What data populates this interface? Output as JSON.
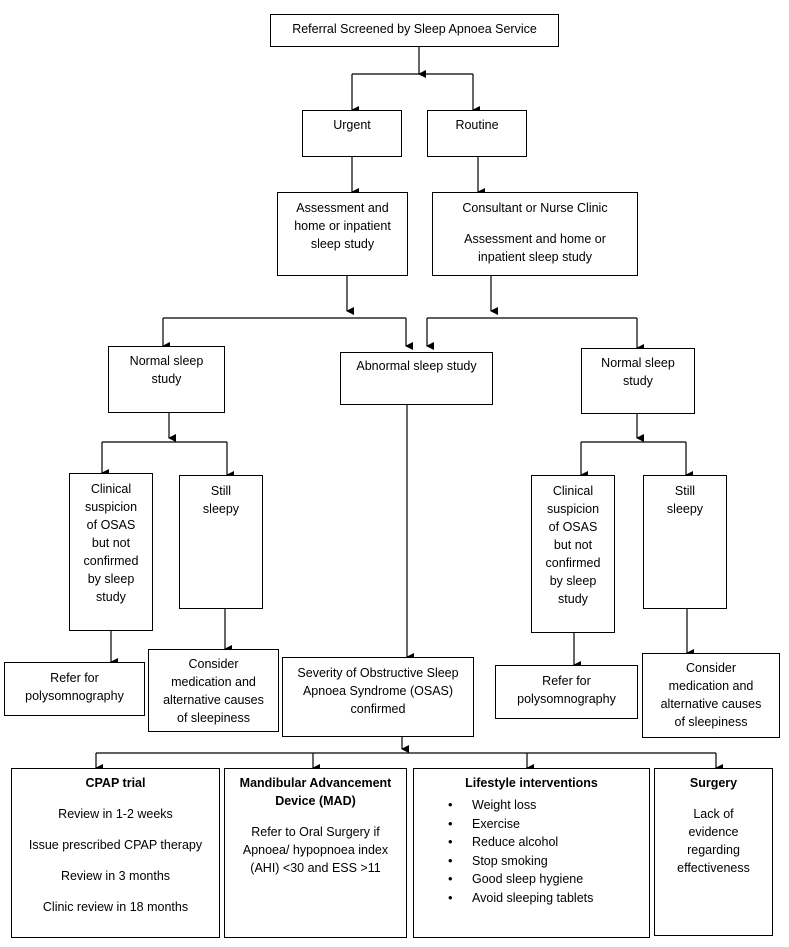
{
  "nodes": {
    "referral": "Referral Screened by Sleep Apnoea Service",
    "urgent": "Urgent",
    "routine": "Routine",
    "assess_left": [
      "Assessment and",
      "home or inpatient",
      "sleep study"
    ],
    "clinic_right": [
      "Consultant or Nurse Clinic",
      "Assessment and home or",
      "inpatient sleep study"
    ],
    "normal_left": [
      "Normal sleep",
      "study"
    ],
    "abnormal": "Abnormal sleep study",
    "normal_right": [
      "Normal sleep",
      "study"
    ],
    "clinical_left": [
      "Clinical",
      "suspicion",
      "of OSAS",
      "but not",
      "confirmed",
      "by sleep",
      "study"
    ],
    "still_left": [
      "Still",
      "sleepy"
    ],
    "clinical_right": [
      "Clinical",
      "suspicion",
      "of OSAS",
      "but not",
      "confirmed",
      "by sleep",
      "study"
    ],
    "still_right": [
      "Still",
      "sleepy"
    ],
    "refer_left": [
      "Refer for",
      "polysomnography"
    ],
    "consider_left": [
      "Consider",
      "medication and",
      "alternative causes",
      "of sleepiness"
    ],
    "severity": [
      "Severity of Obstructive Sleep",
      "Apnoea Syndrome (OSAS)",
      "confirmed"
    ],
    "refer_right": [
      "Refer for",
      "polysomnography"
    ],
    "consider_right": [
      "Consider",
      "medication and",
      "alternative causes",
      "of sleepiness"
    ]
  },
  "treatments": {
    "cpap": {
      "title": "CPAP trial",
      "items": [
        "Review in 1-2 weeks",
        "Issue prescribed CPAP therapy",
        "Review in 3 months",
        "Clinic review in 18 months"
      ]
    },
    "mad": {
      "title": [
        "Mandibular Advancement",
        "Device (MAD)"
      ],
      "body": [
        "Refer to Oral Surgery if",
        "Apnoea/ hypopnoea index",
        "(AHI) <30 and ESS >11"
      ]
    },
    "lifestyle": {
      "title": "Lifestyle interventions",
      "items": [
        "Weight loss",
        "Exercise",
        "Reduce alcohol",
        "Stop smoking",
        "Good sleep hygiene",
        "Avoid sleeping tablets"
      ]
    },
    "surgery": {
      "title": "Surgery",
      "body": [
        "Lack of",
        "evidence",
        "regarding",
        "effectiveness"
      ]
    }
  }
}
